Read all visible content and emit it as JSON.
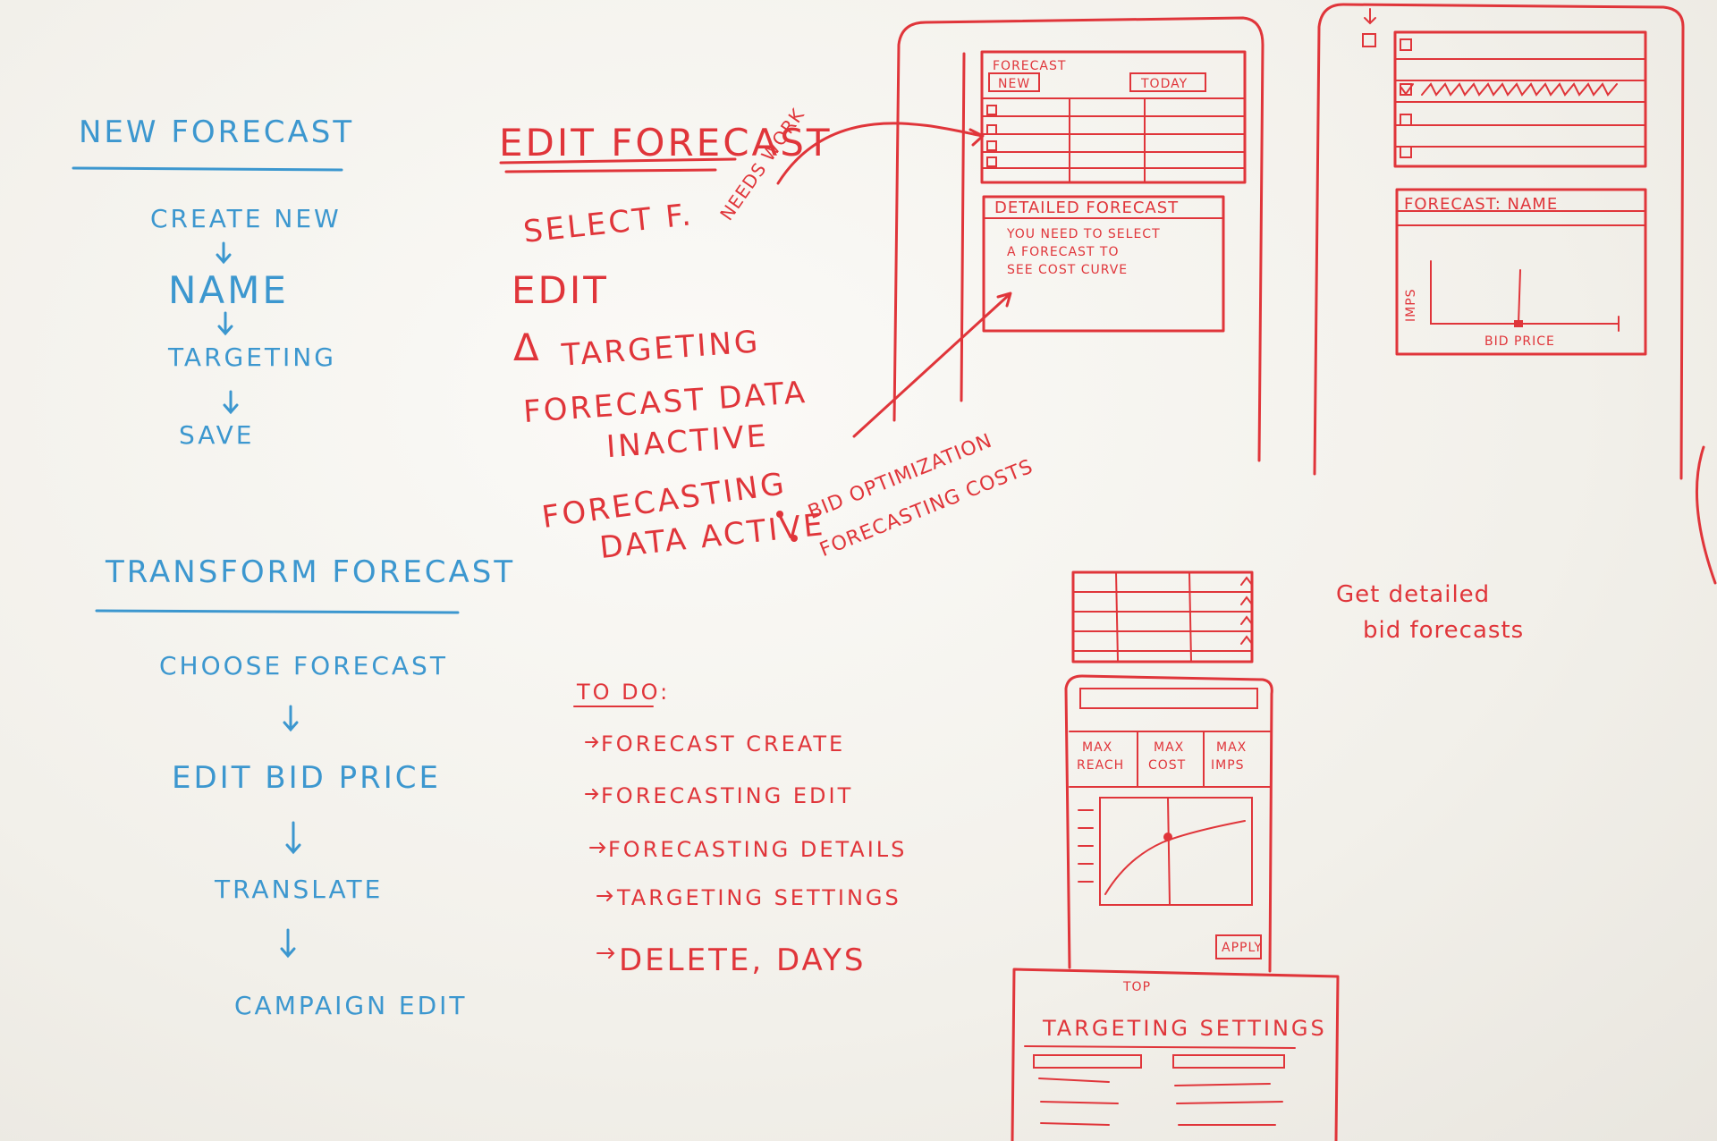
{
  "new_forecast": {
    "heading": "NEW FORECAST",
    "steps": [
      "CREATE NEW",
      "NAME",
      "TARGETING",
      "SAVE"
    ]
  },
  "transform_forecast": {
    "heading": "TRANSFORM FORECAST",
    "steps": [
      "CHOOSE FORECAST",
      "EDIT BID PRICE",
      "TRANSLATE",
      "CAMPAIGN EDIT"
    ]
  },
  "edit_forecast": {
    "heading": "EDIT FORECAST",
    "items": [
      "SELECT F.",
      "EDIT",
      "TARGETING",
      "FORECAST DATA",
      "INACTIVE",
      "FORECASTING",
      "DATA ACTIVE"
    ],
    "delta_symbol": "Δ",
    "note": "NEEDS WORK",
    "bullets": [
      "BID OPTIMIZATION",
      "FORECASTING COSTS"
    ]
  },
  "todo": {
    "heading": "TO DO:",
    "items": [
      "FORECAST CREATE",
      "FORECASTING EDIT",
      "FORECASTING DETAILS",
      "TARGETING SETTINGS",
      "DELETE, DAYS"
    ]
  },
  "wireframe_list": {
    "title": "FORECAST",
    "new_button": "NEW",
    "right_button": "TODAY",
    "detail_title": "DETAILED FORECAST",
    "detail_message": [
      "YOU NEED TO SELECT",
      "A FORECAST TO",
      "SEE COST CURVE"
    ]
  },
  "wireframe_detail": {
    "title": "FORECAST: NAME",
    "y_label": "IMPS",
    "x_label": "BID PRICE"
  },
  "wireframe_bid": {
    "note": [
      "Get detailed",
      "bid forecasts"
    ],
    "col1": [
      "MAX",
      "REACH"
    ],
    "col2": [
      "MAX",
      "COST"
    ],
    "col3": [
      "MAX",
      "IMPS"
    ],
    "apply_button": "APPLY",
    "top_label": "TOP",
    "targeting_title": "TARGETING SETTINGS"
  },
  "colors": {
    "blue_marker": "#3c97cf",
    "red_marker": "#e0353a",
    "board": "#f4f2ee"
  }
}
